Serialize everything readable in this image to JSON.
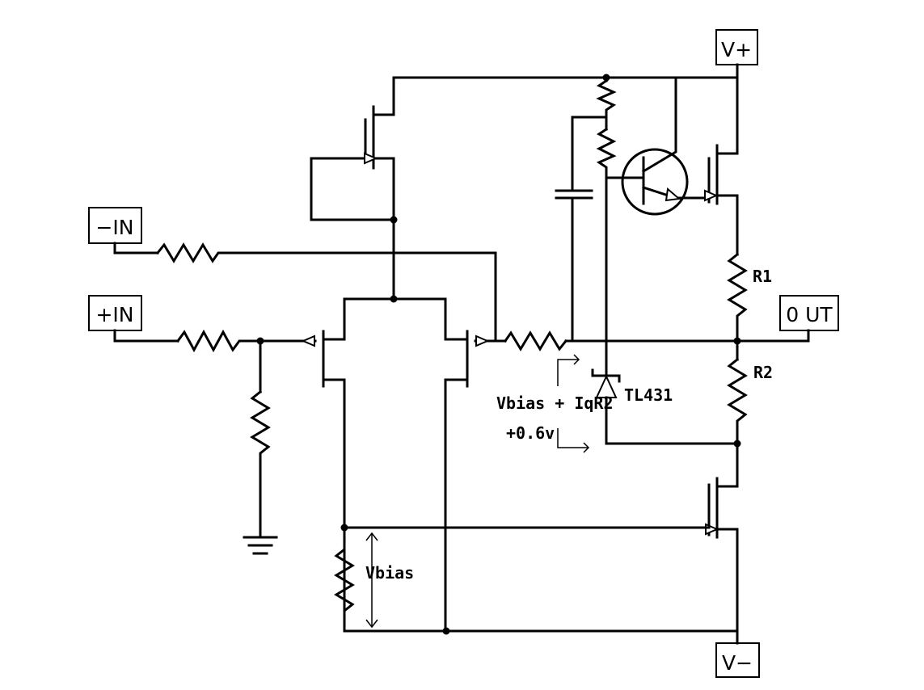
{
  "terminals": {
    "vplus": "V+",
    "vminus": "V−",
    "minus_in": "−IN",
    "plus_in": "+IN",
    "out": "0 UT"
  },
  "labels": {
    "r1": "R1",
    "r2": "R2",
    "tl431": "TL431",
    "vbias_eq_line1": "Vbias + IqR2",
    "vbias_eq_line2": "+0.6v",
    "vbias": "Vbias"
  },
  "icons": {
    "resistor": "zigzag-resistor-icon",
    "transistor": "transistor-icon",
    "ground": "ground-icon",
    "capacitor": "capacitor-icon",
    "zener": "zener-diode-icon"
  }
}
